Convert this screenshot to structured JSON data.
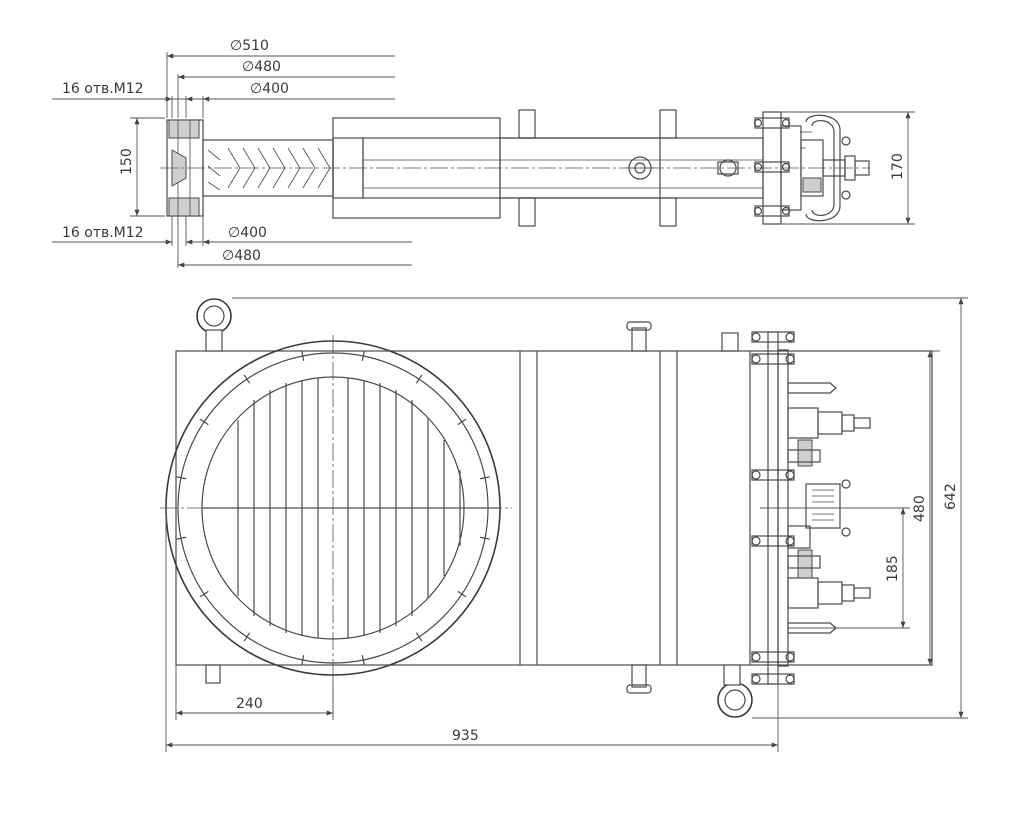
{
  "top_view": {
    "dia_510": "∅510",
    "dia_480_top": "∅480",
    "dia_400_top": "∅400",
    "holes_top": "16 отв.М12",
    "height_150": "150",
    "height_170": "170",
    "holes_bottom": "16 отв.М12",
    "dia_400_bottom": "∅400",
    "dia_480_bottom": "∅480"
  },
  "front_view": {
    "dim_240": "240",
    "dim_935": "935",
    "dim_642": "642",
    "dim_480": "480",
    "dim_185": "185"
  }
}
